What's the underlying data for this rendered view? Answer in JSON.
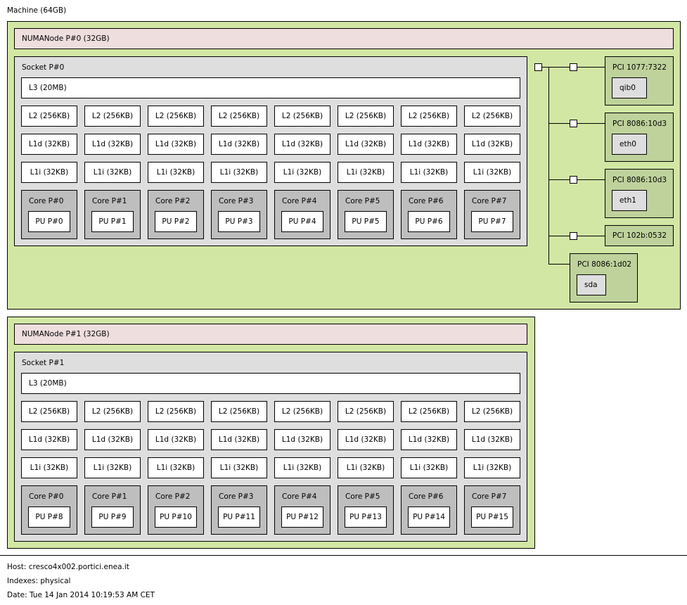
{
  "machine": {
    "label": "Machine (64GB)"
  },
  "numa0": {
    "label": "NUMANode P#0 (32GB)",
    "socket": "Socket P#0",
    "l3": "L3 (20MB)",
    "l2": [
      "L2 (256KB)",
      "L2 (256KB)",
      "L2 (256KB)",
      "L2 (256KB)",
      "L2 (256KB)",
      "L2 (256KB)",
      "L2 (256KB)",
      "L2 (256KB)"
    ],
    "l1d": [
      "L1d (32KB)",
      "L1d (32KB)",
      "L1d (32KB)",
      "L1d (32KB)",
      "L1d (32KB)",
      "L1d (32KB)",
      "L1d (32KB)",
      "L1d (32KB)"
    ],
    "l1i": [
      "L1i (32KB)",
      "L1i (32KB)",
      "L1i (32KB)",
      "L1i (32KB)",
      "L1i (32KB)",
      "L1i (32KB)",
      "L1i (32KB)",
      "L1i (32KB)"
    ],
    "cores": [
      "Core P#0",
      "Core P#1",
      "Core P#2",
      "Core P#3",
      "Core P#4",
      "Core P#5",
      "Core P#6",
      "Core P#7"
    ],
    "pus": [
      "PU P#0",
      "PU P#1",
      "PU P#2",
      "PU P#3",
      "PU P#4",
      "PU P#5",
      "PU P#6",
      "PU P#7"
    ]
  },
  "numa1": {
    "label": "NUMANode P#1 (32GB)",
    "socket": "Socket P#1",
    "l3": "L3 (20MB)",
    "l2": [
      "L2 (256KB)",
      "L2 (256KB)",
      "L2 (256KB)",
      "L2 (256KB)",
      "L2 (256KB)",
      "L2 (256KB)",
      "L2 (256KB)",
      "L2 (256KB)"
    ],
    "l1d": [
      "L1d (32KB)",
      "L1d (32KB)",
      "L1d (32KB)",
      "L1d (32KB)",
      "L1d (32KB)",
      "L1d (32KB)",
      "L1d (32KB)",
      "L1d (32KB)"
    ],
    "l1i": [
      "L1i (32KB)",
      "L1i (32KB)",
      "L1i (32KB)",
      "L1i (32KB)",
      "L1i (32KB)",
      "L1i (32KB)",
      "L1i (32KB)",
      "L1i (32KB)"
    ],
    "cores": [
      "Core P#0",
      "Core P#1",
      "Core P#2",
      "Core P#3",
      "Core P#4",
      "Core P#5",
      "Core P#6",
      "Core P#7"
    ],
    "pus": [
      "PU P#8",
      "PU P#9",
      "PU P#10",
      "PU P#11",
      "PU P#12",
      "PU P#13",
      "PU P#14",
      "PU P#15"
    ]
  },
  "pci": [
    {
      "label": "PCI 1077:7322",
      "device": "qib0"
    },
    {
      "label": "PCI 8086:10d3",
      "device": "eth0"
    },
    {
      "label": "PCI 8086:10d3",
      "device": "eth1"
    },
    {
      "label": "PCI 102b:0532",
      "device": ""
    },
    {
      "label": "PCI 8086:1d02",
      "device": "sda"
    }
  ],
  "footer": {
    "host": "Host: cresco4x002.portici.enea.it",
    "indexes": "Indexes: physical",
    "date": "Date: Tue 14 Jan 2014 10:19:53 AM CET"
  },
  "colors": {
    "package": "#d2e7a4",
    "numanode": "#efdede",
    "socket": "#dedede",
    "cache": "#ffffff",
    "core": "#bebebe",
    "pci": "#bfd29b",
    "os_device": "#dedede"
  }
}
